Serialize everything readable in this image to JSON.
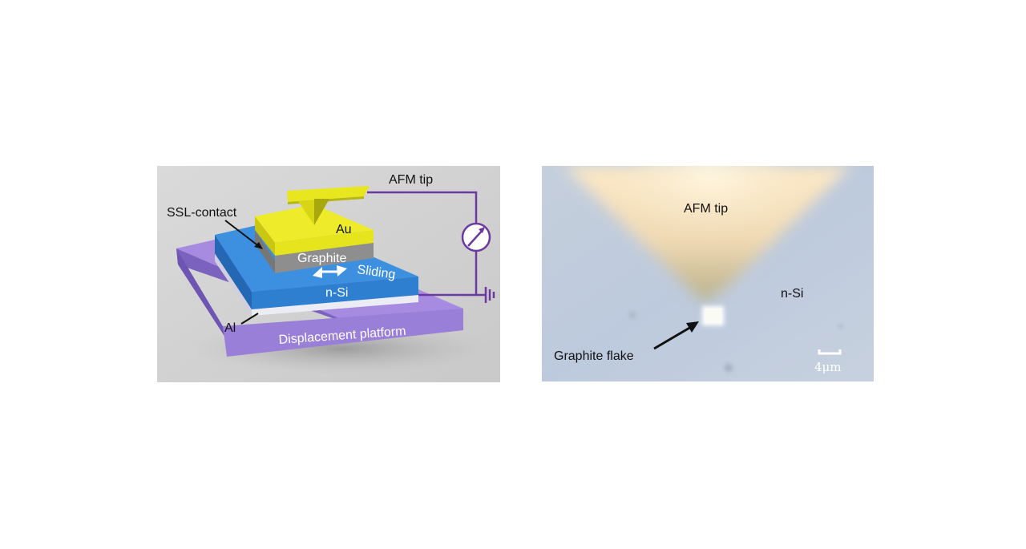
{
  "schematic": {
    "labels": {
      "afm_tip": "AFM tip",
      "ssl_contact": "SSL-contact",
      "au": "Au",
      "graphite": "Graphite",
      "sliding": "Sliding",
      "n_si": "n-Si",
      "al": "Al",
      "platform": "Displacement platform"
    },
    "colors": {
      "background": "#d4d4d4",
      "platform": "#9a7fd8",
      "n_si": "#2f7fd0",
      "al": "#e8e8f0",
      "graphite": "#8e8e8e",
      "au": "#e6e41c",
      "circuit": "#6a3aa0"
    },
    "icons": [
      "ammeter-icon",
      "ground-icon",
      "double-arrow-icon"
    ]
  },
  "micrograph": {
    "labels": {
      "afm_tip": "AFM tip",
      "n_si": "n-Si",
      "graphite_flake": "Graphite flake",
      "scale_bar": "4μm"
    }
  }
}
